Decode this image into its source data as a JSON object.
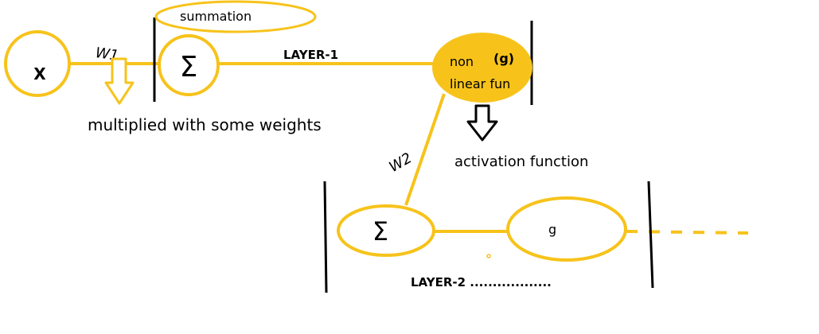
{
  "colors": {
    "accent": "#f7c31b",
    "ink": "#000000",
    "arrow_fill": "#ffffff"
  },
  "nodes": {
    "input": "X",
    "sum1_symbol": "Σ",
    "sum2_symbol": "Σ",
    "activation_top": "non",
    "activation_g": "(g)",
    "activation_bottom": "linear fun",
    "layer2_g": "g"
  },
  "labels": {
    "summation": "summation",
    "layer1": "LAYER-1",
    "multiplied": "multiplied with some weights",
    "activation": "activation function",
    "layer2": "LAYER-2 .................."
  },
  "weights": {
    "w1": "W1",
    "w2": "W2"
  }
}
